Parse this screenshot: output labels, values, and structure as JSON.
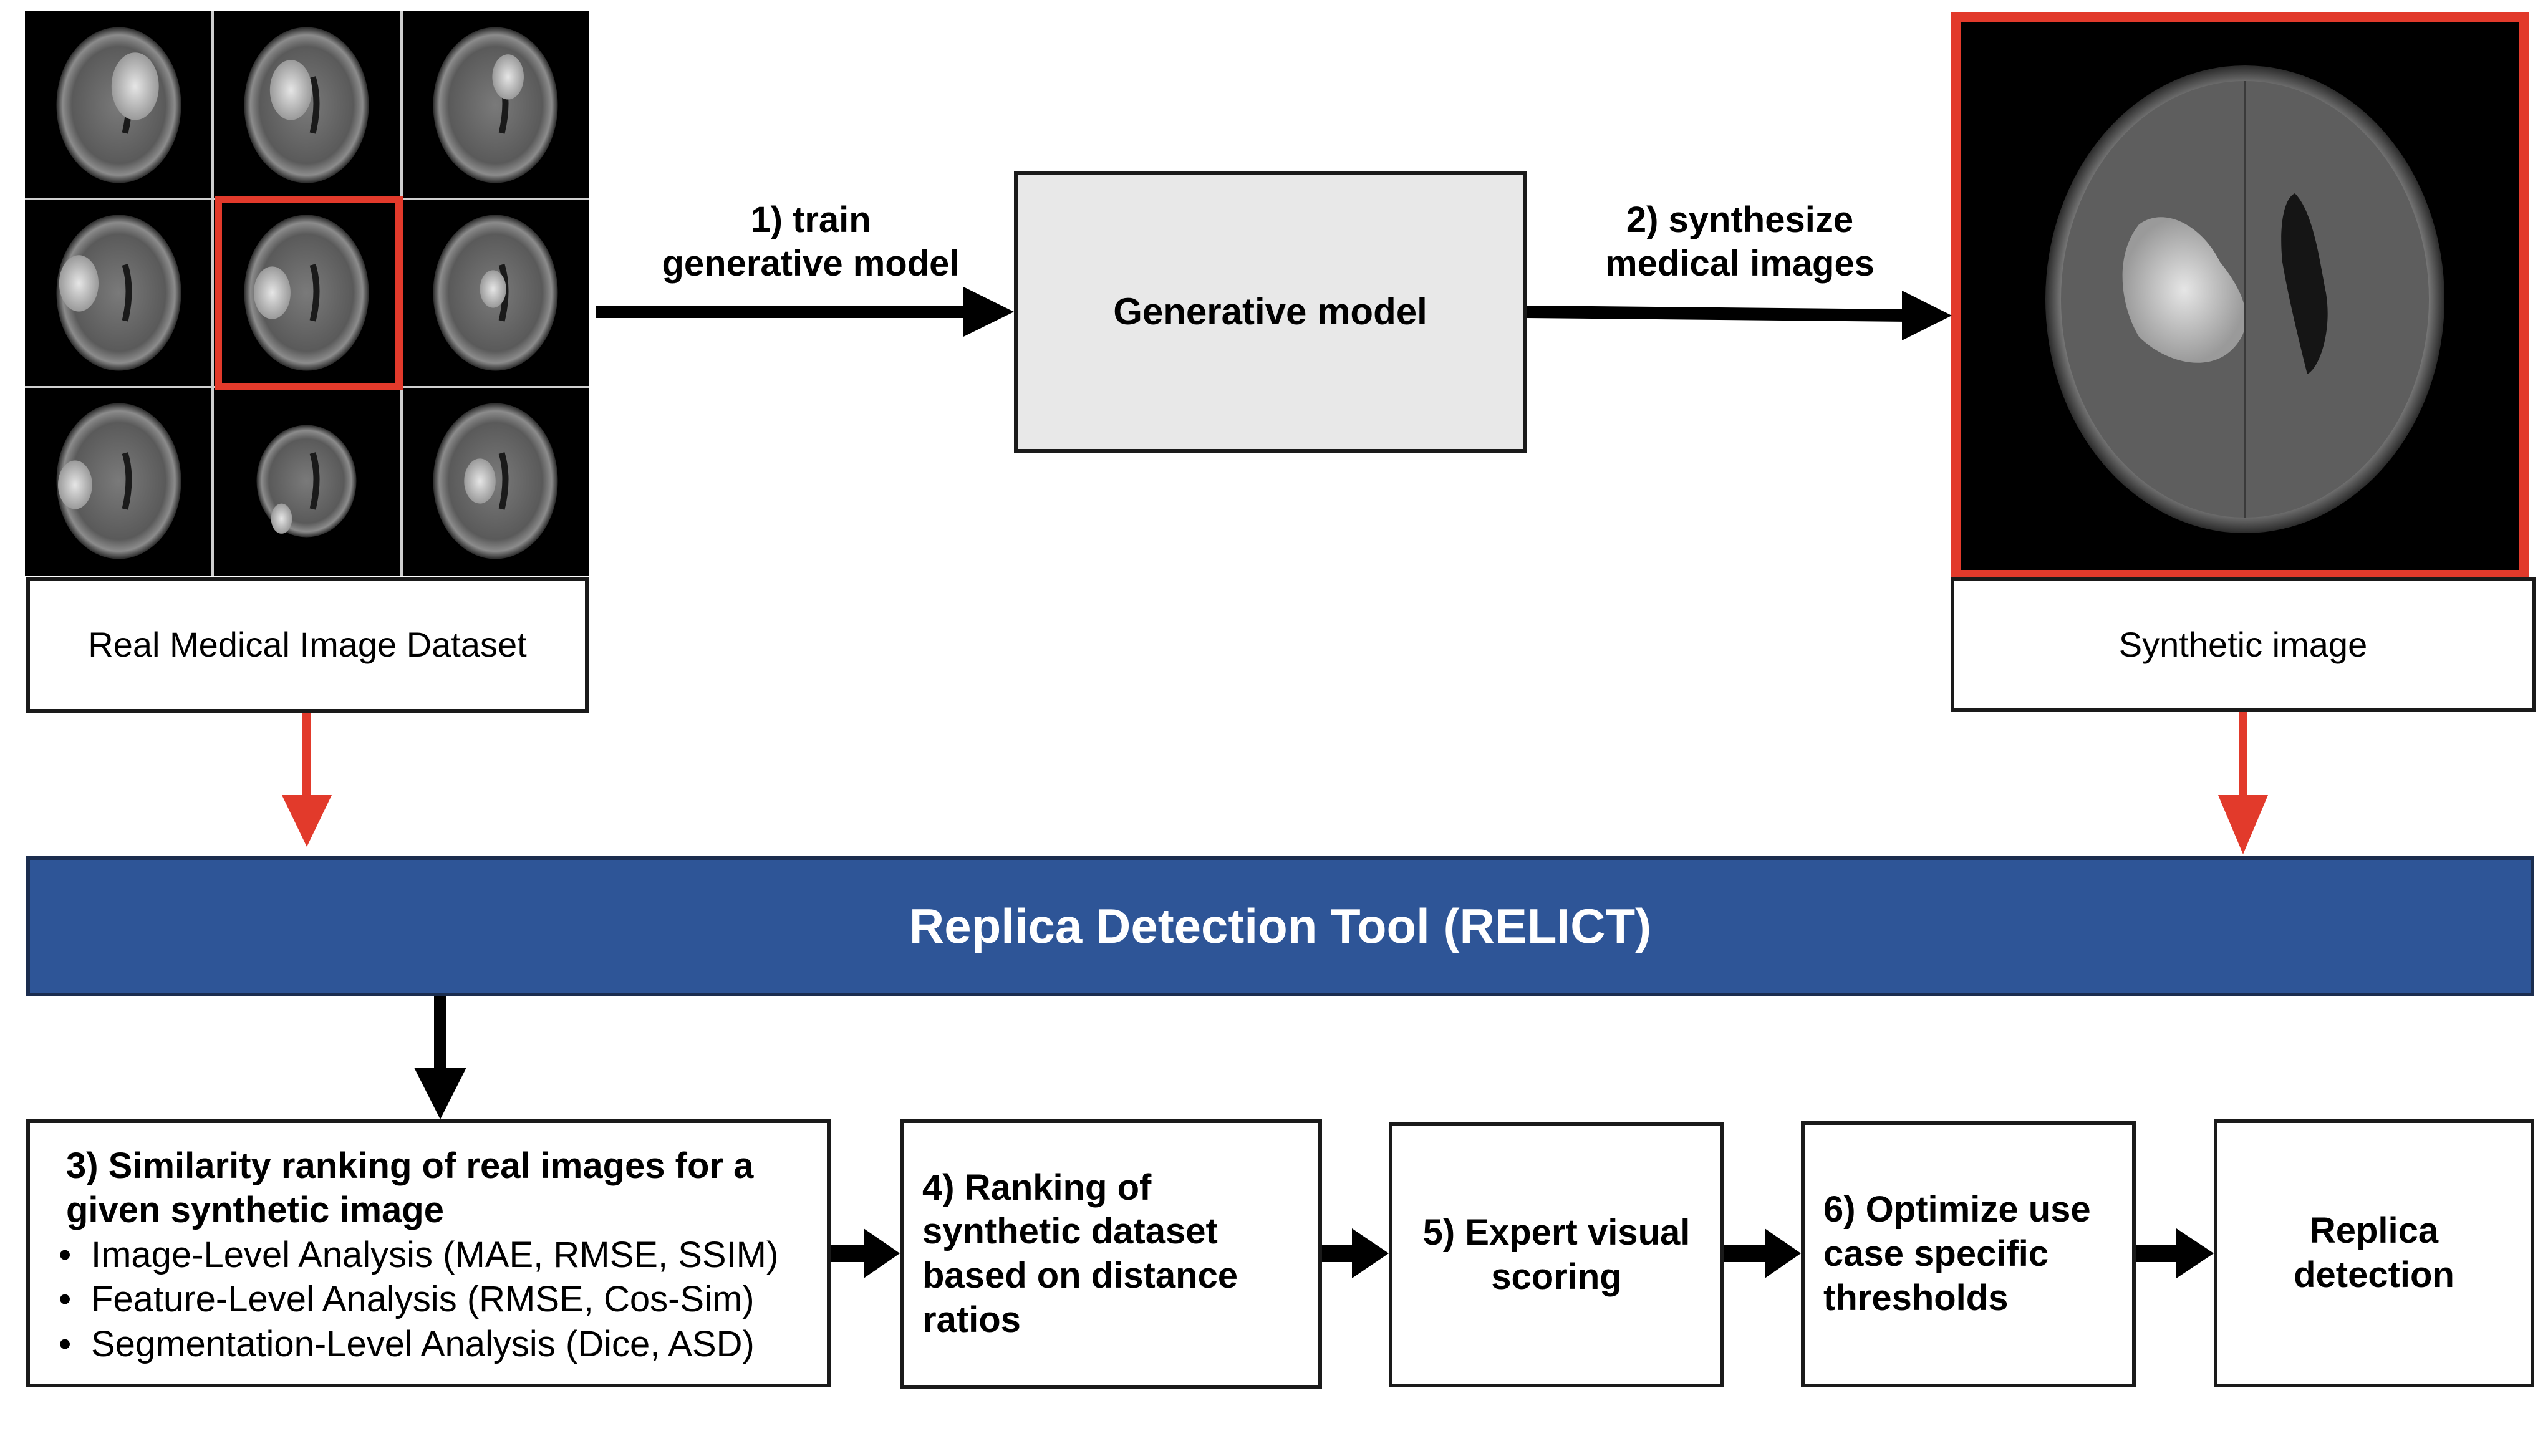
{
  "real_dataset": {
    "label": "Real Medical Image Dataset"
  },
  "train_arrow": {
    "label": "1) train\ngenerative model"
  },
  "generative_model": {
    "label": "Generative model"
  },
  "synth_arrow": {
    "label": "2) synthesize\nmedical images"
  },
  "synthetic": {
    "label": "Synthetic image"
  },
  "relict": {
    "label": "Replica Detection Tool (RELICT)",
    "color": "#2e5597"
  },
  "steps": {
    "s3": {
      "title": "3) Similarity ranking of real images for a given synthetic image",
      "bullets": [
        "Image-Level Analysis (MAE, RMSE, SSIM)",
        "Feature-Level Analysis (RMSE, Cos-Sim)",
        "Segmentation-Level Analysis (Dice, ASD)"
      ]
    },
    "s4": {
      "title": "4) Ranking of synthetic dataset based on distance ratios"
    },
    "s5": {
      "title": "5) Expert visual scoring"
    },
    "s6": {
      "title": "6) Optimize use case specific thresholds"
    },
    "s7": {
      "title": "Replica detection"
    }
  },
  "colors": {
    "highlight": "#e23a2b",
    "arrow": "#000000",
    "model_fill": "#e8e8e8"
  }
}
